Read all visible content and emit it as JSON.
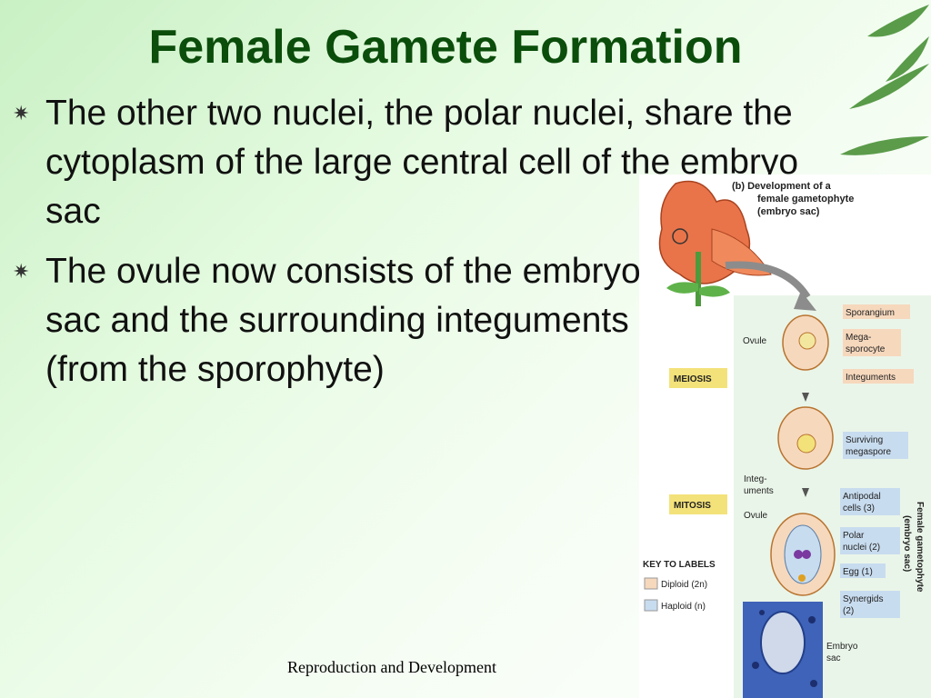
{
  "slide": {
    "title": "Female Gamete Formation",
    "bullets": [
      "The other two nuclei, the polar nuclei, share the cytoplasm of the large central cell of the embryo sac",
      "The ovule now consists of the embryo sac and the surrounding integuments (from the sporophyte)"
    ],
    "footer": "Reproduction and Development"
  },
  "figure": {
    "heading_line1": "(b) Development of a",
    "heading_line2": "female gametophyte",
    "heading_line3": "(embryo sac)",
    "stage1": "MEIOSIS",
    "stage2": "MITOSIS",
    "ovule": "Ovule",
    "sporangium": "Sporangium",
    "megasporocyte_1": "Mega-",
    "megasporocyte_2": "sporocyte",
    "integuments": "Integuments",
    "surviving_1": "Surviving",
    "surviving_2": "megaspore",
    "integ_short_1": "Integ-",
    "integ_short_2": "uments",
    "ovule2": "Ovule",
    "antipodal_1": "Antipodal",
    "antipodal_2": "cells (3)",
    "polar_1": "Polar",
    "polar_2": "nuclei (2)",
    "egg": "Egg (1)",
    "synergids_1": "Synergids",
    "synergids_2": "(2)",
    "embryo_1": "Embryo",
    "embryo_2": "sac",
    "key_title": "KEY TO LABELS",
    "key_diploid": "Diploid (2n)",
    "key_haploid": "Haploid (n)",
    "side_label_1": "Female gametophyte",
    "side_label_2": "(embryo sac)"
  },
  "colors": {
    "title": "#0b4d0b",
    "diploid": "#f6d8bd",
    "haploid": "#c8dcef",
    "stage_label": "#f3e27a"
  }
}
